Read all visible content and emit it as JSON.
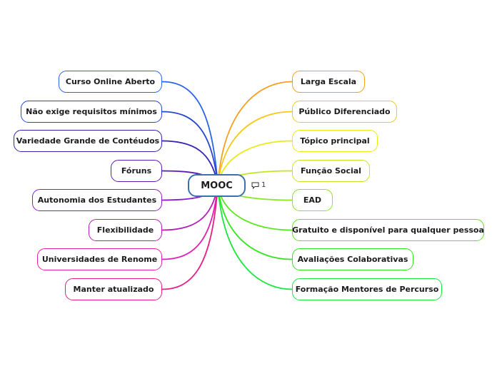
{
  "root": {
    "label": "MOOC",
    "comment_count": "1",
    "comment_icon": "speech-bubble-icon",
    "border_color": "#3b6fb0"
  },
  "left_branches": [
    {
      "label": "Curso Online Aberto",
      "color": "#2a64e8"
    },
    {
      "label": "Não exige requisitos mínimos",
      "color": "#2447d0"
    },
    {
      "label": "Variedade Grande de Contéudos",
      "color": "#3322b8"
    },
    {
      "label": "Fóruns",
      "color": "#5a1bb8"
    },
    {
      "label": "Autonomia dos Estudantes",
      "color": "#8a1ec4"
    },
    {
      "label": "Flexibilidade",
      "color": "#b41eb8"
    },
    {
      "label": "Universidades de Renome",
      "color": "#e020b4"
    },
    {
      "label": "Manter atualizado",
      "color": "#e61f86"
    }
  ],
  "right_branches": [
    {
      "label": "Larga Escala",
      "color": "#f5a020"
    },
    {
      "label": "Público Diferenciado",
      "color": "#f5c81a"
    },
    {
      "label": "Tópico principal",
      "color": "#eaea18"
    },
    {
      "label": "Função Social",
      "color": "#c2e621"
    },
    {
      "label": "EAD",
      "color": "#88e81e"
    },
    {
      "label": "Gratuito e disponível para qualquer pessoa",
      "color": "#5be61e"
    },
    {
      "label": "Avaliações Colaborativas",
      "color": "#34e61e"
    },
    {
      "label": "Formação Mentores de Percurso",
      "color": "#1ee640"
    }
  ]
}
